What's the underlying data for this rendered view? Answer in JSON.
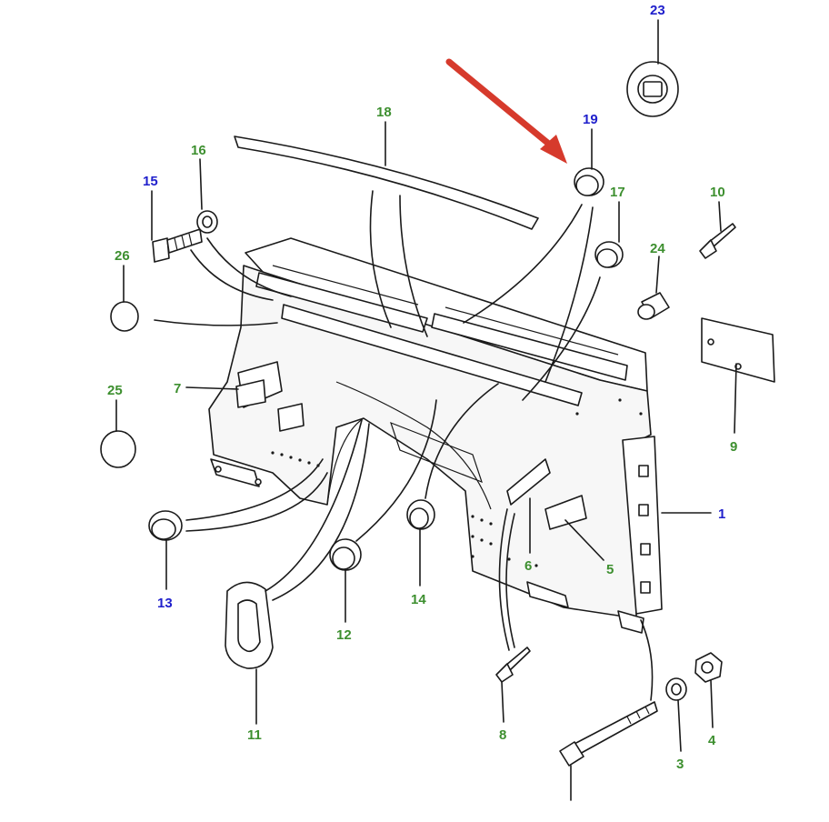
{
  "colors": {
    "green_label": "#3d8f2f",
    "blue_label": "#2020cc",
    "arrow": "#d63a2c",
    "line": "#1a1a1a"
  },
  "callouts": [
    {
      "id": "1",
      "text": "1",
      "color": "blue"
    },
    {
      "id": "3",
      "text": "3",
      "color": "green"
    },
    {
      "id": "4",
      "text": "4",
      "color": "green"
    },
    {
      "id": "5",
      "text": "5",
      "color": "green"
    },
    {
      "id": "6",
      "text": "6",
      "color": "green"
    },
    {
      "id": "7",
      "text": "7",
      "color": "green"
    },
    {
      "id": "8",
      "text": "8",
      "color": "green"
    },
    {
      "id": "9",
      "text": "9",
      "color": "green"
    },
    {
      "id": "10",
      "text": "10",
      "color": "green"
    },
    {
      "id": "11",
      "text": "11",
      "color": "green"
    },
    {
      "id": "12",
      "text": "12",
      "color": "green"
    },
    {
      "id": "13",
      "text": "13",
      "color": "blue"
    },
    {
      "id": "14",
      "text": "14",
      "color": "green"
    },
    {
      "id": "15",
      "text": "15",
      "color": "blue"
    },
    {
      "id": "16",
      "text": "16",
      "color": "green"
    },
    {
      "id": "17",
      "text": "17",
      "color": "green"
    },
    {
      "id": "18",
      "text": "18",
      "color": "green"
    },
    {
      "id": "19",
      "text": "19",
      "color": "blue"
    },
    {
      "id": "23",
      "text": "23",
      "color": "blue"
    },
    {
      "id": "24",
      "text": "24",
      "color": "green"
    },
    {
      "id": "25",
      "text": "25",
      "color": "green"
    },
    {
      "id": "26",
      "text": "26",
      "color": "green"
    }
  ],
  "highlighted_part": "19"
}
